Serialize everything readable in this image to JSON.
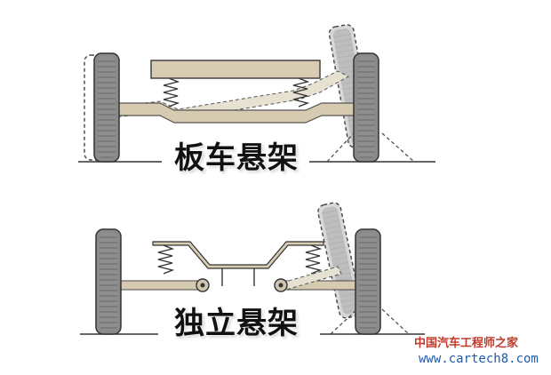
{
  "diagram": {
    "top": {
      "caption": "板车悬架"
    },
    "bottom": {
      "caption": "独立悬架"
    }
  },
  "watermark": {
    "line1": "中国汽车工程师之家",
    "line2": "www.cartech8.com"
  },
  "colors": {
    "tire": "#8c8c8c",
    "axle": "#d7ccb3",
    "outline": "#333333",
    "watermark_red": "#c0392b",
    "watermark_blue": "#1e5aa8"
  }
}
